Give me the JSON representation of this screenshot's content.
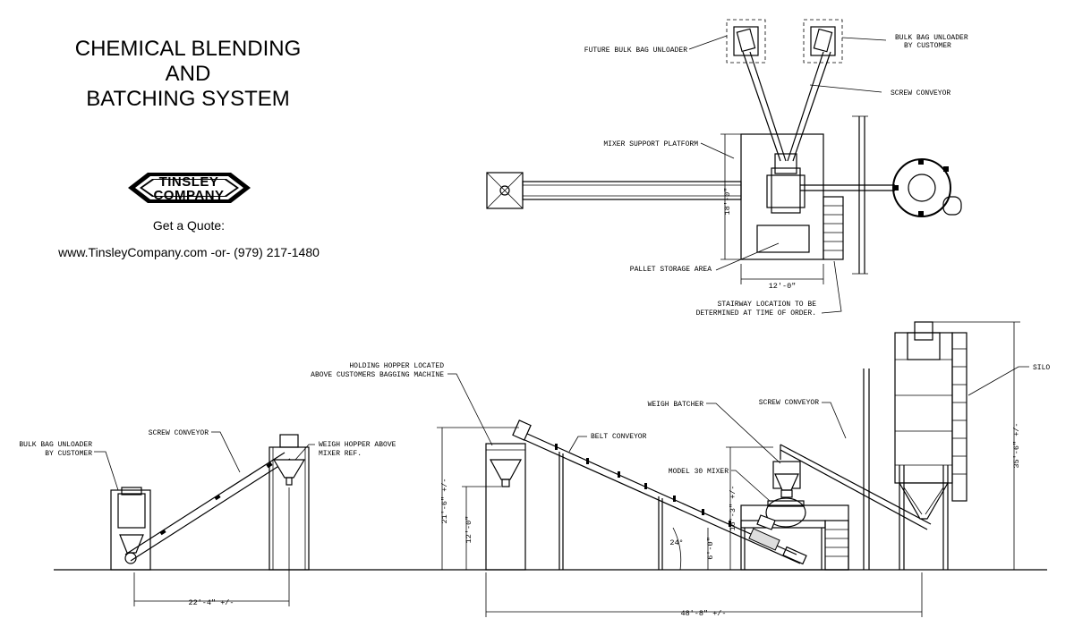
{
  "title": {
    "line1": "CHEMICAL BLENDING",
    "line2": "AND",
    "line3": "BATCHING SYSTEM"
  },
  "logo": {
    "line1": "TINSLEY",
    "line2": "COMPANY"
  },
  "contact": {
    "quote_label": "Get a Quote:",
    "line": "www.TinsleyCompany.com  -or-   (979) 217-1480"
  },
  "plan": {
    "future_unloader": "FUTURE BULK BAG UNLOADER",
    "bulk_unloader_1": "BULK BAG UNLOADER",
    "bulk_unloader_2": "BY CUSTOMER",
    "screw_conveyor": "SCREW CONVEYOR",
    "mixer_platform": "MIXER SUPPORT PLATFORM",
    "pallet_storage": "PALLET STORAGE AREA",
    "stairway_1": "STAIRWAY LOCATION TO BE",
    "stairway_2": "DETERMINED AT TIME OF ORDER.",
    "dim_18": "18'-0\"",
    "dim_12": "12'-0\""
  },
  "elevation": {
    "bulk_unloader_1": "BULK BAG UNLOADER",
    "bulk_unloader_2": "BY CUSTOMER",
    "screw_conveyor_left": "SCREW CONVEYOR",
    "weigh_hopper_1": "WEIGH HOPPER ABOVE",
    "weigh_hopper_2": "MIXER REF.",
    "holding_hopper_1": "HOLDING HOPPER LOCATED",
    "holding_hopper_2": "ABOVE CUSTOMERS BAGGING MACHINE",
    "belt_conveyor": "BELT CONVEYOR",
    "weigh_batcher": "WEIGH BATCHER",
    "screw_conveyor_right": "SCREW CONVEYOR",
    "mixer": "MODEL 30 MIXER",
    "silo": "SILO",
    "dim_22": "22'-4\" +/-",
    "dim_48": "48'-8\" +/-",
    "dim_21": "21'-6\" +/-",
    "dim_12": "12'-0\"",
    "dim_18": "18'-3\" +/-",
    "dim_6": "6'-0\"",
    "dim_35": "35'-6\" +/-",
    "angle": "24°"
  },
  "colors": {
    "ink": "#000000",
    "paper": "#ffffff"
  }
}
